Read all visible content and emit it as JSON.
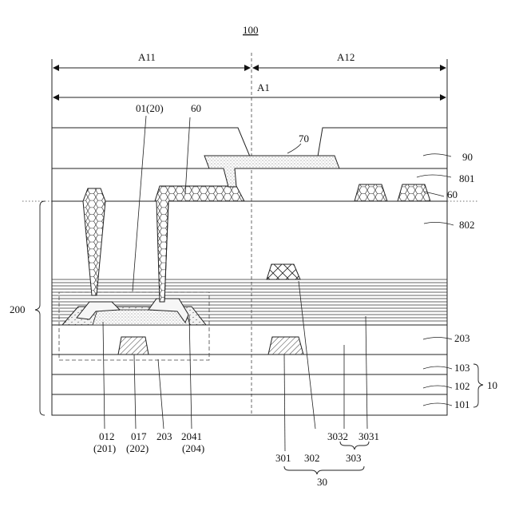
{
  "title": "100",
  "dimensions": {
    "a11": "A11",
    "a12": "A12",
    "a1": "A1"
  },
  "labels": {
    "l_01_20": "01(20)",
    "l_60_top": "60",
    "l_70": "70",
    "l_90": "90",
    "l_801": "801",
    "l_60_right": "60",
    "l_802": "802",
    "l_200": "200",
    "l_203_right": "203",
    "l_103": "103",
    "l_102": "102",
    "l_101": "101",
    "l_10": "10",
    "l_012": "012",
    "l_201": "(201)",
    "l_017": "017",
    "l_202": "(202)",
    "l_203_bottom": "203",
    "l_2041": "2041",
    "l_204": "(204)",
    "l_301": "301",
    "l_302": "302",
    "l_3032": "3032",
    "l_3031": "3031",
    "l_303": "303",
    "l_30": "30"
  }
}
